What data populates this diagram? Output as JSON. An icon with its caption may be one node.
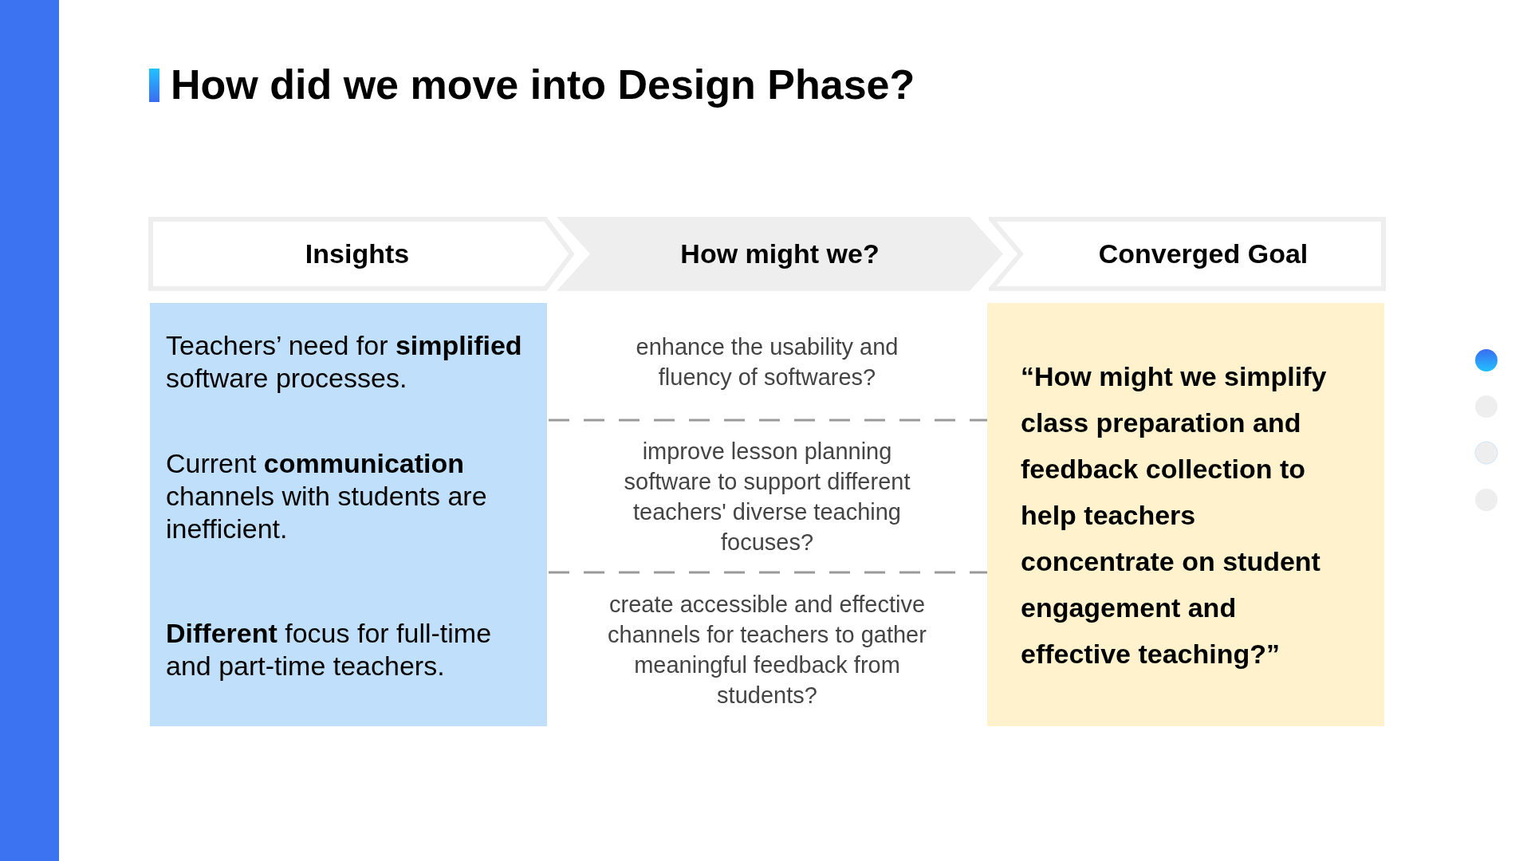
{
  "diagram": {
    "title": "How did we move into Design Phase?",
    "nodes": [
      {
        "text": [
          "Insights"
        ]
      },
      {
        "text": [
          "How might we?"
        ]
      },
      {
        "text": [
          "Converged Goal"
        ]
      },
      {
        "text": [
          "Teachers’ need for **simplified** software processes."
        ]
      },
      {
        "text": [
          "Current **communication** channels with students are inefficient."
        ]
      },
      {
        "text": [
          "**Different** focus for full-time and part-time teachers."
        ]
      },
      {
        "text": [
          "enhance the usability and fluency of softwares?"
        ]
      },
      {
        "text": [
          "improve lesson planning software to support different teachers' diverse teaching focuses?"
        ]
      },
      {
        "text": [
          "create accessible and effective channels for teachers to gather meaningful feedback from students?"
        ]
      },
      {
        "text": [
          "“How might we simplify class preparation and feedback collection to help teachers concentrate on student engagement and effective teaching?”"
        ]
      }
    ],
    "edges": []
  }
}
